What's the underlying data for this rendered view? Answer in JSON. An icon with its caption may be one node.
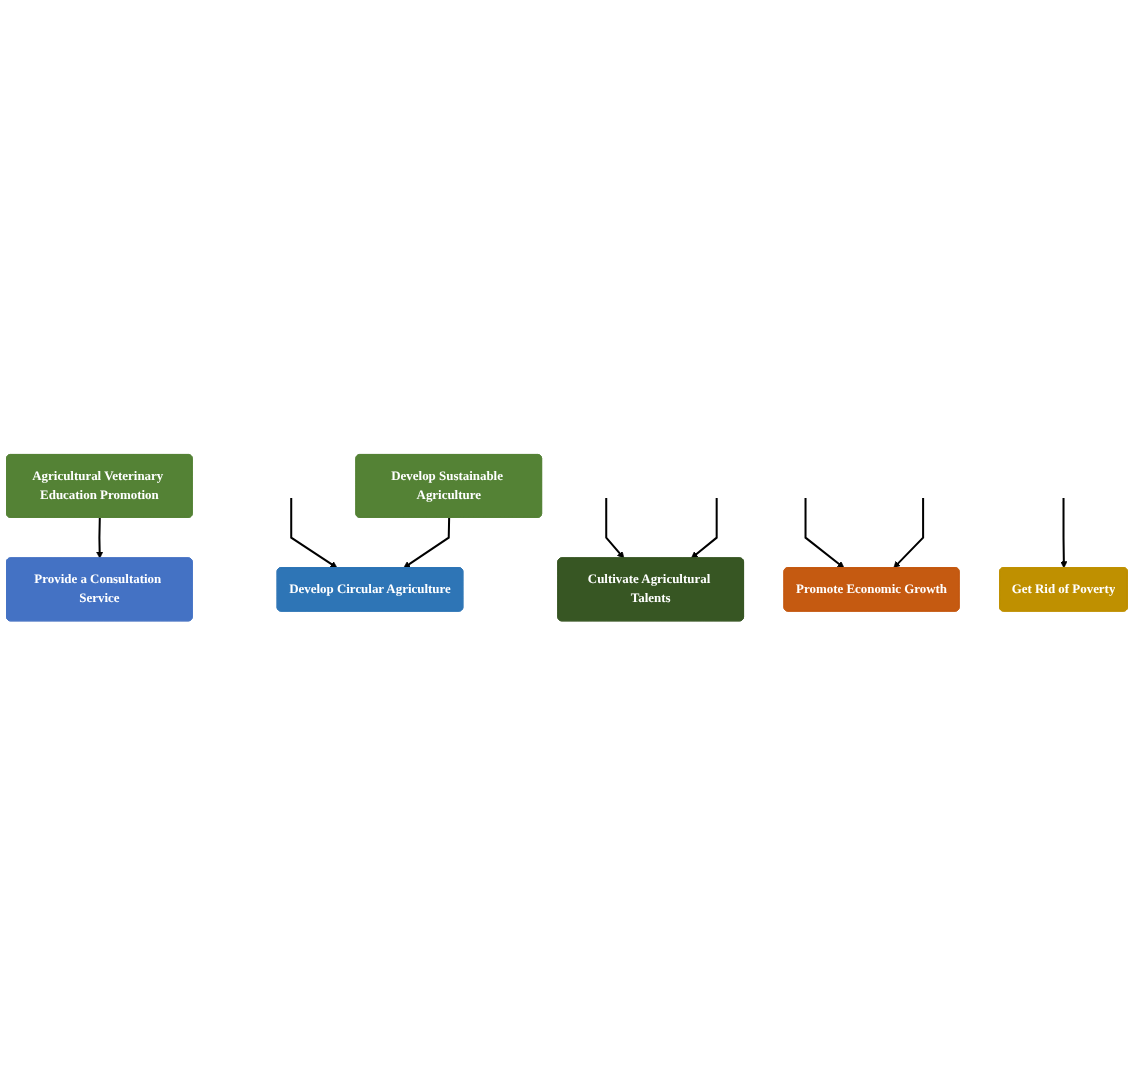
{
  "diagram": {
    "nodes": [
      {
        "text": [
          "Agricultural Veterinary Education Promotion"
        ]
      },
      {
        "text": [
          "Provide a Consultation Service"
        ]
      },
      {
        "text": [
          "Cultivate Agricultural Talents"
        ]
      },
      {
        "text": [
          "Promote Economic Growth"
        ]
      },
      {
        "text": [
          "Get Rid of Poverty"
        ]
      },
      {
        "text": [
          "Develop Sustainable Agriculture"
        ]
      },
      {
        "text": [
          "Develop Circular Agriculture"
        ]
      }
    ],
    "edges": [
      {
        "from": 0,
        "to": 1,
        "arrow": "to"
      },
      {
        "from": null,
        "to": 2,
        "arrow": "to"
      },
      {
        "from": null,
        "to": 3,
        "arrow": "to"
      },
      {
        "from": null,
        "to": 4,
        "arrow": "to"
      },
      {
        "from": null,
        "to": 2,
        "arrow": "to"
      },
      {
        "from": null,
        "to": 3,
        "arrow": "to"
      },
      {
        "from": null,
        "to": 6,
        "arrow": "to"
      },
      {
        "from": 5,
        "to": 6,
        "arrow": "to"
      }
    ]
  }
}
